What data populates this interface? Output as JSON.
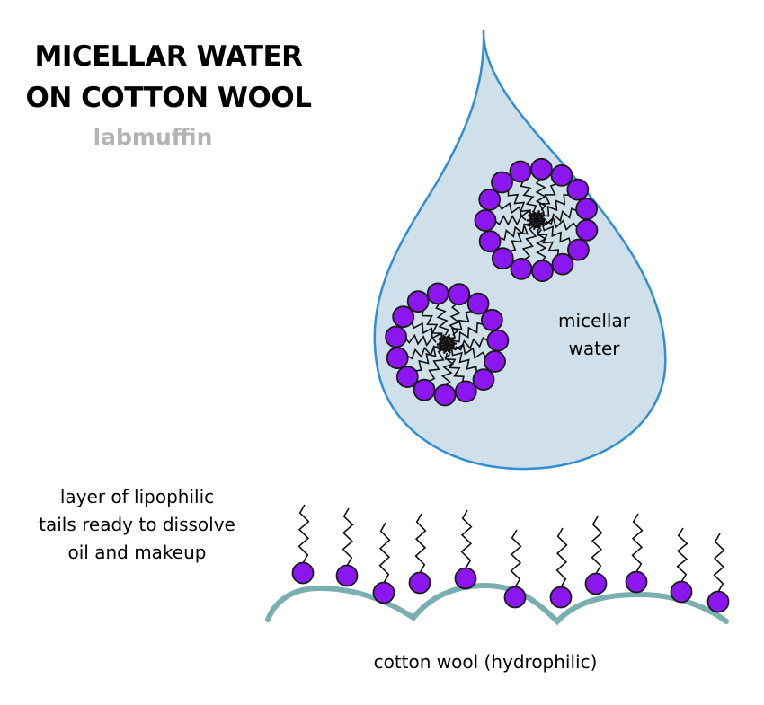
{
  "title": {
    "line1": "MICELLAR WATER",
    "line2": "ON COTTON WOOL"
  },
  "brand": "labmuffin",
  "labels": {
    "micellar_water": [
      "micellar",
      "water"
    ],
    "lipophilic_layer": [
      "layer of lipophilic",
      "tails ready to dissolve",
      "oil and makeup"
    ],
    "cotton_wool": "cotton wool (hydrophilic)"
  },
  "colors": {
    "droplet_fill": "#cfe0ea",
    "droplet_stroke": "#2f8ed4",
    "head_fill": "#8b16f0",
    "head_stroke": "#1a1a1a",
    "cotton_stroke": "#7aafb0",
    "tail_stroke": "#111111",
    "brand": "#b4b4b4"
  },
  "micelles": {
    "count": 2,
    "heads_per_micelle": 15
  },
  "surface_surfactants": {
    "count": 11
  }
}
